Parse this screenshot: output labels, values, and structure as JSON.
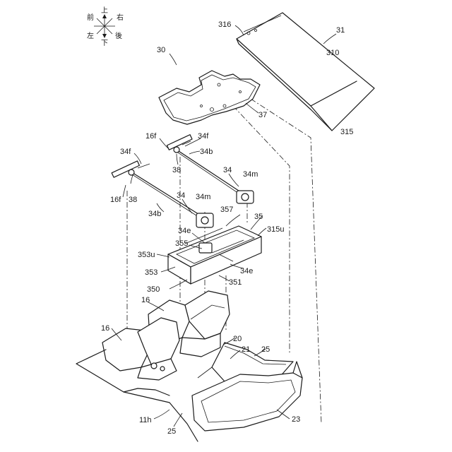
{
  "compass": {
    "up": "上",
    "down": "下",
    "front": "前",
    "rear": "後",
    "left": "左",
    "right": "右"
  },
  "labels": {
    "l316": "316",
    "l31": "31",
    "l310": "310",
    "l315": "315",
    "l30": "30",
    "l37": "37",
    "l16f_a": "16f",
    "l34f_a": "34f",
    "l34b_a": "34b",
    "l34f_b": "34f",
    "l38_a": "38",
    "l34_a": "34",
    "l34m_a": "34m",
    "l16f_b": "16f",
    "l38_b": "38",
    "l34_b": "34",
    "l34m_b": "34m",
    "l34b_b": "34b",
    "l357": "357",
    "l35": "35",
    "l315u": "315u",
    "l34e_a": "34e",
    "l355": "355",
    "l353u": "353u",
    "l353": "353",
    "l34e_b": "34e",
    "l350": "350",
    "l351": "351",
    "l16_a": "16",
    "l16_b": "16",
    "l20": "20",
    "l21": "21",
    "l25_a": "25",
    "l11h": "11h",
    "l25_b": "25",
    "l23": "23"
  }
}
